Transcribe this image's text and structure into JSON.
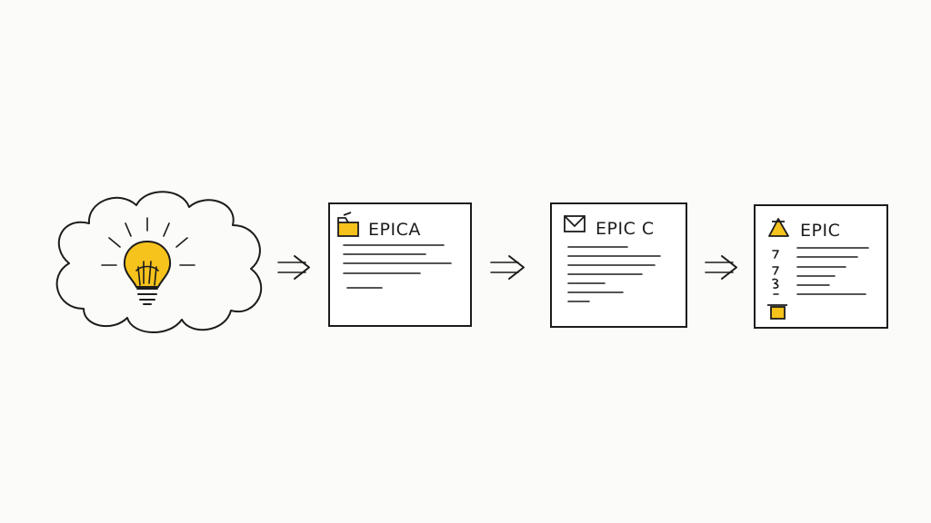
{
  "colors": {
    "background": "#fbfbf9",
    "ink": "#1c1c1c",
    "accent": "#f6c21c"
  },
  "idea": {
    "icon": "lightbulb-icon"
  },
  "cards": [
    {
      "title": "EPICA",
      "icon": "folder-icon"
    },
    {
      "title": "EPIC C",
      "icon": "envelope-icon"
    },
    {
      "title": "EPIC",
      "icon": "warning-triangle-icon"
    }
  ]
}
